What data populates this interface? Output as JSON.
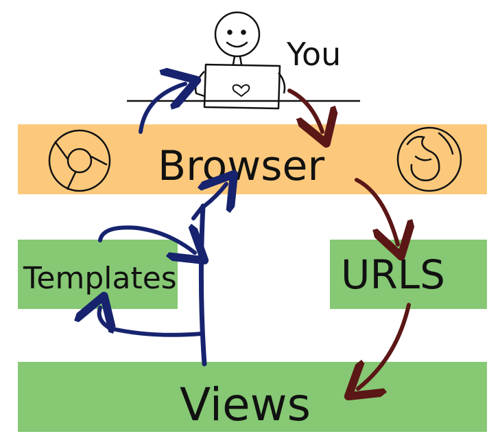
{
  "labels": {
    "you": "You",
    "browser": "Browser",
    "templates": "Templates",
    "urls": "URLS",
    "views": "Views"
  },
  "colors": {
    "browser_band": "#fcc97c",
    "green_band": "#86c874",
    "request_arrow": "#5b1616",
    "response_arrow": "#17236e",
    "ink": "#111111"
  },
  "icons": [
    "person-icon",
    "laptop-icon",
    "heart-icon",
    "chrome-icon",
    "firefox-icon"
  ]
}
